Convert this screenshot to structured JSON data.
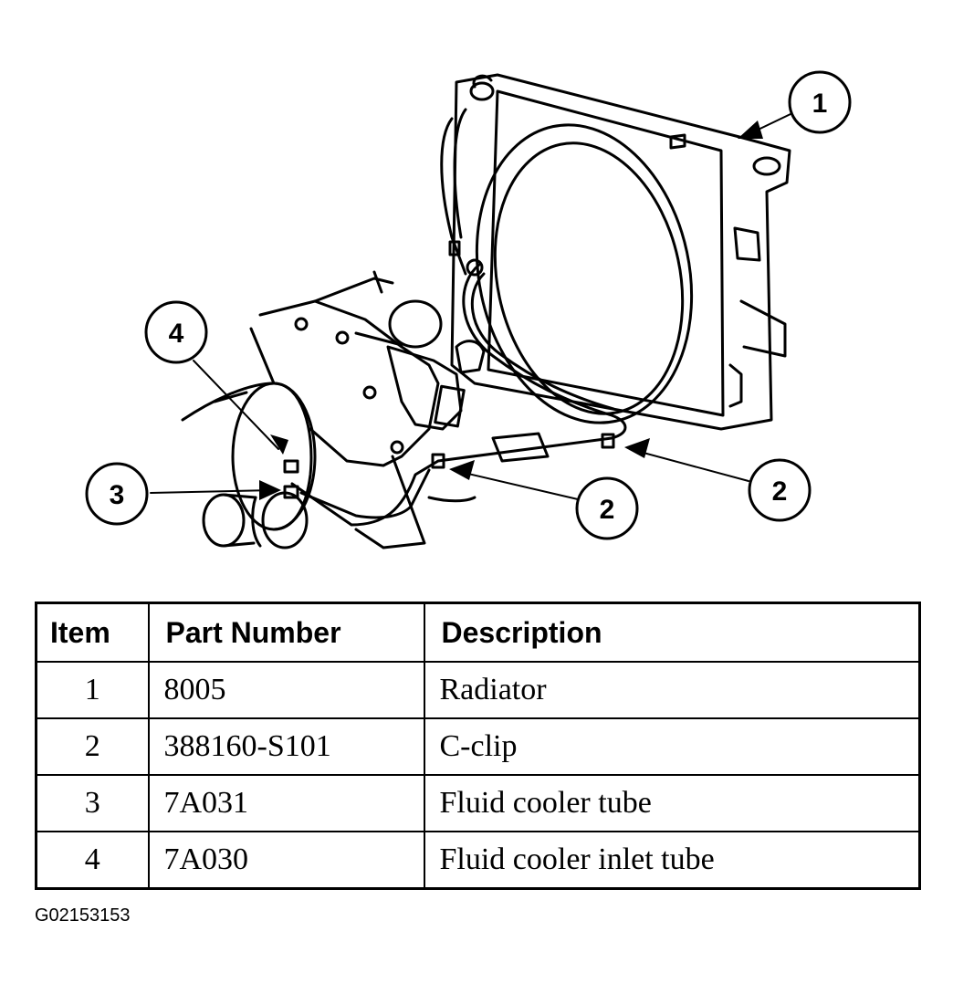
{
  "callouts": [
    {
      "label": "1"
    },
    {
      "label": "2"
    },
    {
      "label": "2"
    },
    {
      "label": "3"
    },
    {
      "label": "4"
    }
  ],
  "table": {
    "headers": {
      "item": "Item",
      "part_number": "Part Number",
      "description": "Description"
    },
    "rows": [
      {
        "item": "1",
        "part_number": "8005",
        "description": "Radiator"
      },
      {
        "item": "2",
        "part_number": "388160-S101",
        "description": "C-clip"
      },
      {
        "item": "3",
        "part_number": "7A031",
        "description": "Fluid cooler tube"
      },
      {
        "item": "4",
        "part_number": "7A030",
        "description": "Fluid cooler inlet tube"
      }
    ]
  },
  "figure_id": "G02153153"
}
